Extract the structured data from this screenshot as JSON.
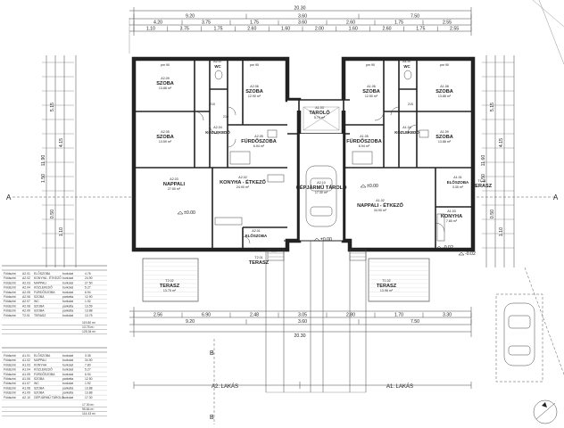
{
  "top_dims": {
    "overall": "20.30",
    "row2": [
      "9.20",
      "3.60",
      "7.50"
    ],
    "row3": [
      "4.20",
      "3.75",
      "1.75",
      "3.60",
      "2.60",
      "1.75",
      "2.55"
    ],
    "row4": [
      "1.10",
      "3.75",
      "1.75",
      "2.60",
      "1.60",
      "2.00",
      "1.60",
      "2.60",
      "1.75",
      "2.55"
    ]
  },
  "rooms": [
    {
      "id": "A2.09",
      "name": "SZOBA",
      "area": "13.88 m²"
    },
    {
      "id": "A2.07",
      "name": "WC",
      "area": ""
    },
    {
      "id": "A2.06",
      "name": "SZOBA",
      "area": "12.90 m²"
    },
    {
      "id": "A2.05",
      "name": "SZOBA",
      "area": "13.59 m²"
    },
    {
      "id": "A2.04",
      "name": "KÖZLEKEDŐ",
      "area": ""
    },
    {
      "id": "A2.05",
      "name": "FÜRDŐSZOBA",
      "area": "6.94 m²"
    },
    {
      "id": "A2.03",
      "name": "NAPPALI",
      "area": "27.50 m²"
    },
    {
      "id": "A2.02",
      "name": "KONYHA - ÉTKEZŐ",
      "area": "24.90 m²"
    },
    {
      "id": "A2.01",
      "name": "ELŐSZOBA",
      "area": ""
    },
    {
      "id": "A1.03",
      "name": "TAROLÓ",
      "area": "5.70 m²"
    },
    {
      "id": "A2.10",
      "name": "GÉPJÁRMŰ TÁROLÓ",
      "area": "17.30 m²"
    },
    {
      "id": "A1.06",
      "name": "SZOBA",
      "area": "12.50 m²"
    },
    {
      "id": "A1.07",
      "name": "WC",
      "area": ""
    },
    {
      "id": "A1.08",
      "name": "SZOBA",
      "area": "13.88 m²"
    },
    {
      "id": "A1.09",
      "name": "SZOBA",
      "area": "13.88 m²"
    },
    {
      "id": "A1.04",
      "name": "KÖZLEKEDŐ",
      "area": ""
    },
    {
      "id": "A1.05",
      "name": "FÜRDŐSZOBA",
      "area": "6.94 m²"
    },
    {
      "id": "A1.02",
      "name": "NAPPALI - ÉTKEZŐ",
      "area": "34.90 m²"
    },
    {
      "id": "A1.01",
      "name": "ELŐSZOBA",
      "area": "3.35 m²"
    },
    {
      "id": "A1.03",
      "name": "KONYHA",
      "area": "7.80 m²"
    },
    {
      "id": "T2.02",
      "name": "TERASZ",
      "area": "13.75 m²"
    },
    {
      "id": "T1.02",
      "name": "TERASZ",
      "area": "13.96 m²"
    },
    {
      "id": "T2.01",
      "name": "TERASZ",
      "area": ""
    },
    {
      "id": "T1.01",
      "name": "TERASZ",
      "area": ""
    }
  ],
  "levels": [
    "±0.00",
    "±0.00",
    "±0.00",
    "-0.02",
    "-0.02",
    "-0.02"
  ],
  "window_labels": [
    "pm 90",
    "pm 90",
    "pm 90",
    "pm 90",
    "210",
    "210",
    "210"
  ],
  "bottom_dims": {
    "row1": [
      "2.56",
      "6.90",
      "2.48",
      "3.05",
      "2.80",
      "1.70",
      "3.30"
    ],
    "row2": [
      "9.20",
      "3.60",
      "7.50"
    ],
    "overall": "20.30"
  },
  "units": [
    {
      "label": "A2. LAKÁS"
    },
    {
      "label": "A1. LAKÁS"
    }
  ],
  "section_marks": [
    "A",
    "A",
    "B",
    "B"
  ],
  "side_dims_left": [
    "11.90",
    "5.15",
    "4.15",
    "1.50",
    "0.50",
    "1.10"
  ],
  "side_dims_right": [
    "11.60",
    "5.15",
    "4.15",
    "1.50",
    "0.50",
    "1.10"
  ],
  "schedule_rows": [
    [
      "Földszint",
      "A2.01",
      "ELŐSZOBA",
      "burkolat",
      "4.76"
    ],
    [
      "Földszint",
      "A2.02",
      "KONYHA - ÉTKEZŐ",
      "burkolat",
      "24.90"
    ],
    [
      "Földszint",
      "A2.03",
      "NAPPALI",
      "burkolat",
      "27.50"
    ],
    [
      "Földszint",
      "A2.04",
      "KÖZLEKEDŐ",
      "burkolat",
      "5.27"
    ],
    [
      "Földszint",
      "A2.05",
      "FÜRDŐSZOBA",
      "burkolat",
      "6.94"
    ],
    [
      "Földszint",
      "A2.06",
      "SZOBA",
      "parketta",
      "12.90"
    ],
    [
      "Földszint",
      "A2.07",
      "WC",
      "burkolat",
      "1.92"
    ],
    [
      "Földszint",
      "A2.08",
      "SZOBA",
      "parketta",
      "13.59"
    ],
    [
      "Földszint",
      "A2.09",
      "SZOBA",
      "parketta",
      "13.88"
    ],
    [
      "Földszint",
      "T2.01",
      "TERASZ",
      "burkolat",
      "13.75"
    ],
    [
      "Földszint",
      "A1.01",
      "ELŐSZOBA",
      "burkolat",
      "3.35"
    ],
    [
      "Földszint",
      "A1.02",
      "NAPPALI",
      "burkolat",
      "34.90"
    ],
    [
      "Földszint",
      "A1.03",
      "KONYHA",
      "burkolat",
      "7.80"
    ],
    [
      "Földszint",
      "A1.04",
      "KÖZLEKEDŐ",
      "burkolat",
      "5.27"
    ],
    [
      "Földszint",
      "A1.05",
      "FÜRDŐSZOBA",
      "burkolat",
      "6.94"
    ],
    [
      "Földszint",
      "A1.06",
      "SZOBA",
      "parketta",
      "12.50"
    ],
    [
      "Földszint",
      "A1.07",
      "WC",
      "burkolat",
      "1.92"
    ],
    [
      "Földszint",
      "A1.08",
      "SZOBA",
      "parketta",
      "13.88"
    ],
    [
      "Földszint",
      "A1.09",
      "SZOBA",
      "parketta",
      "13.88"
    ],
    [
      "Földszint",
      "A2.10",
      "GÉPJÁRMŰ TÁROLÓ",
      "burkolat",
      "17.30"
    ]
  ],
  "schedule_totals": [
    "119.80 m²",
    "13.75 m²",
    "125.34 m²",
    "17.30 m²",
    "95.84 m²",
    "114.43 m²"
  ]
}
